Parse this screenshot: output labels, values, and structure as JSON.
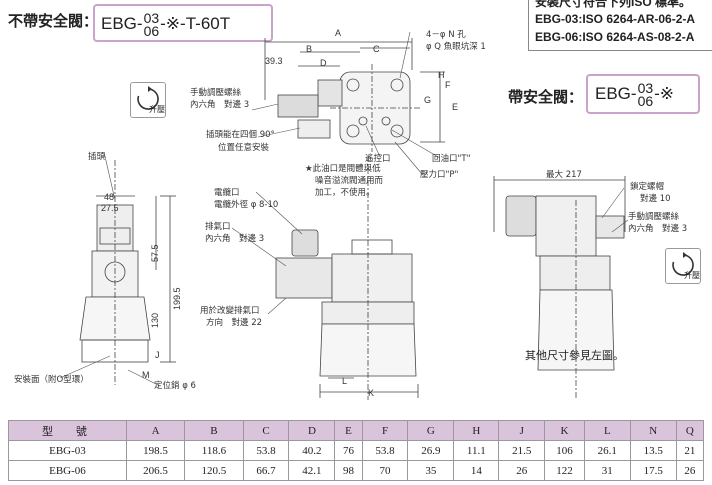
{
  "no_relief_label": "不帶安全閥：",
  "model_no_relief": {
    "prefix": "EBG-",
    "num_top": "03",
    "num_bottom": "06",
    "suffix": "-※-T-60T"
  },
  "with_relief_label": "帶安全閥：",
  "model_with_relief": {
    "prefix": "EBG-",
    "num_top": "03",
    "num_bottom": "06",
    "suffix": "-※"
  },
  "iso": {
    "title": "安裝尺寸符合下列ISO 標準。",
    "line1": "EBG-03:ISO 6264-AR-06-2-A",
    "line2": "EBG-06:ISO 6264-AS-08-2-A"
  },
  "rotate_label": "升壓",
  "annotations": {
    "manual_screw": "手動調壓螺絲",
    "hex": "內六角　對邊 3",
    "plug_turn_1": "插頭能在四個 90°",
    "plug_turn_2": "位置任意安裝",
    "holes_1": "4－φ N 孔",
    "holes_2": "φ Q 魚眼坑深 1",
    "vent_port": "遙控口",
    "return_port": "回油口\"T\"",
    "pressure_port": "壓力口\"P\"",
    "star_note_1": "★此油口是閥體與低",
    "star_note_2": "噪音溢流閥通用而",
    "star_note_3": "加工，不使用。",
    "plug": "插頭",
    "socket_1": "電纜口",
    "socket_2": "電纜外徑 φ 8-10",
    "air_vent_1": "排氣口",
    "air_vent_2": "內六角　對邊 3",
    "air_change_1": "用於改變排氣口",
    "air_change_2": "方向　對邊 22",
    "mount_face": "安裝面（附O型環）",
    "locating_pin": "定位銷 φ 6",
    "max_len": "最大 217",
    "lock_nut_1": "鎖定螺帽",
    "lock_nut_2": "對邊 10",
    "manual_screw_r1": "手動調壓螺絲",
    "manual_screw_r2": "內六角　對邊 3",
    "see_left": "其他尺寸參見左圖。"
  },
  "dims": {
    "A": "A",
    "B": "B",
    "C": "C",
    "d393": "39.3",
    "D": "D",
    "G": "G",
    "H": "H",
    "F": "F",
    "E": "E",
    "d48": "48",
    "d275": "27.5",
    "d575": "57.5",
    "d1995": "199.5",
    "d130": "130",
    "J": "J",
    "K": "K",
    "L": "L",
    "M": "M"
  },
  "table": {
    "headers": [
      "型　號",
      "A",
      "B",
      "C",
      "D",
      "E",
      "F",
      "G",
      "H",
      "J",
      "K",
      "L",
      "N",
      "Q"
    ],
    "rows": [
      [
        "EBG-03",
        "198.5",
        "118.6",
        "53.8",
        "40.2",
        "76",
        "53.8",
        "26.9",
        "11.1",
        "21.5",
        "106",
        "26.1",
        "13.5",
        "21"
      ],
      [
        "EBG-06",
        "206.5",
        "120.5",
        "66.7",
        "42.1",
        "98",
        "70",
        "35",
        "14",
        "26",
        "122",
        "31",
        "17.5",
        "26"
      ]
    ]
  }
}
